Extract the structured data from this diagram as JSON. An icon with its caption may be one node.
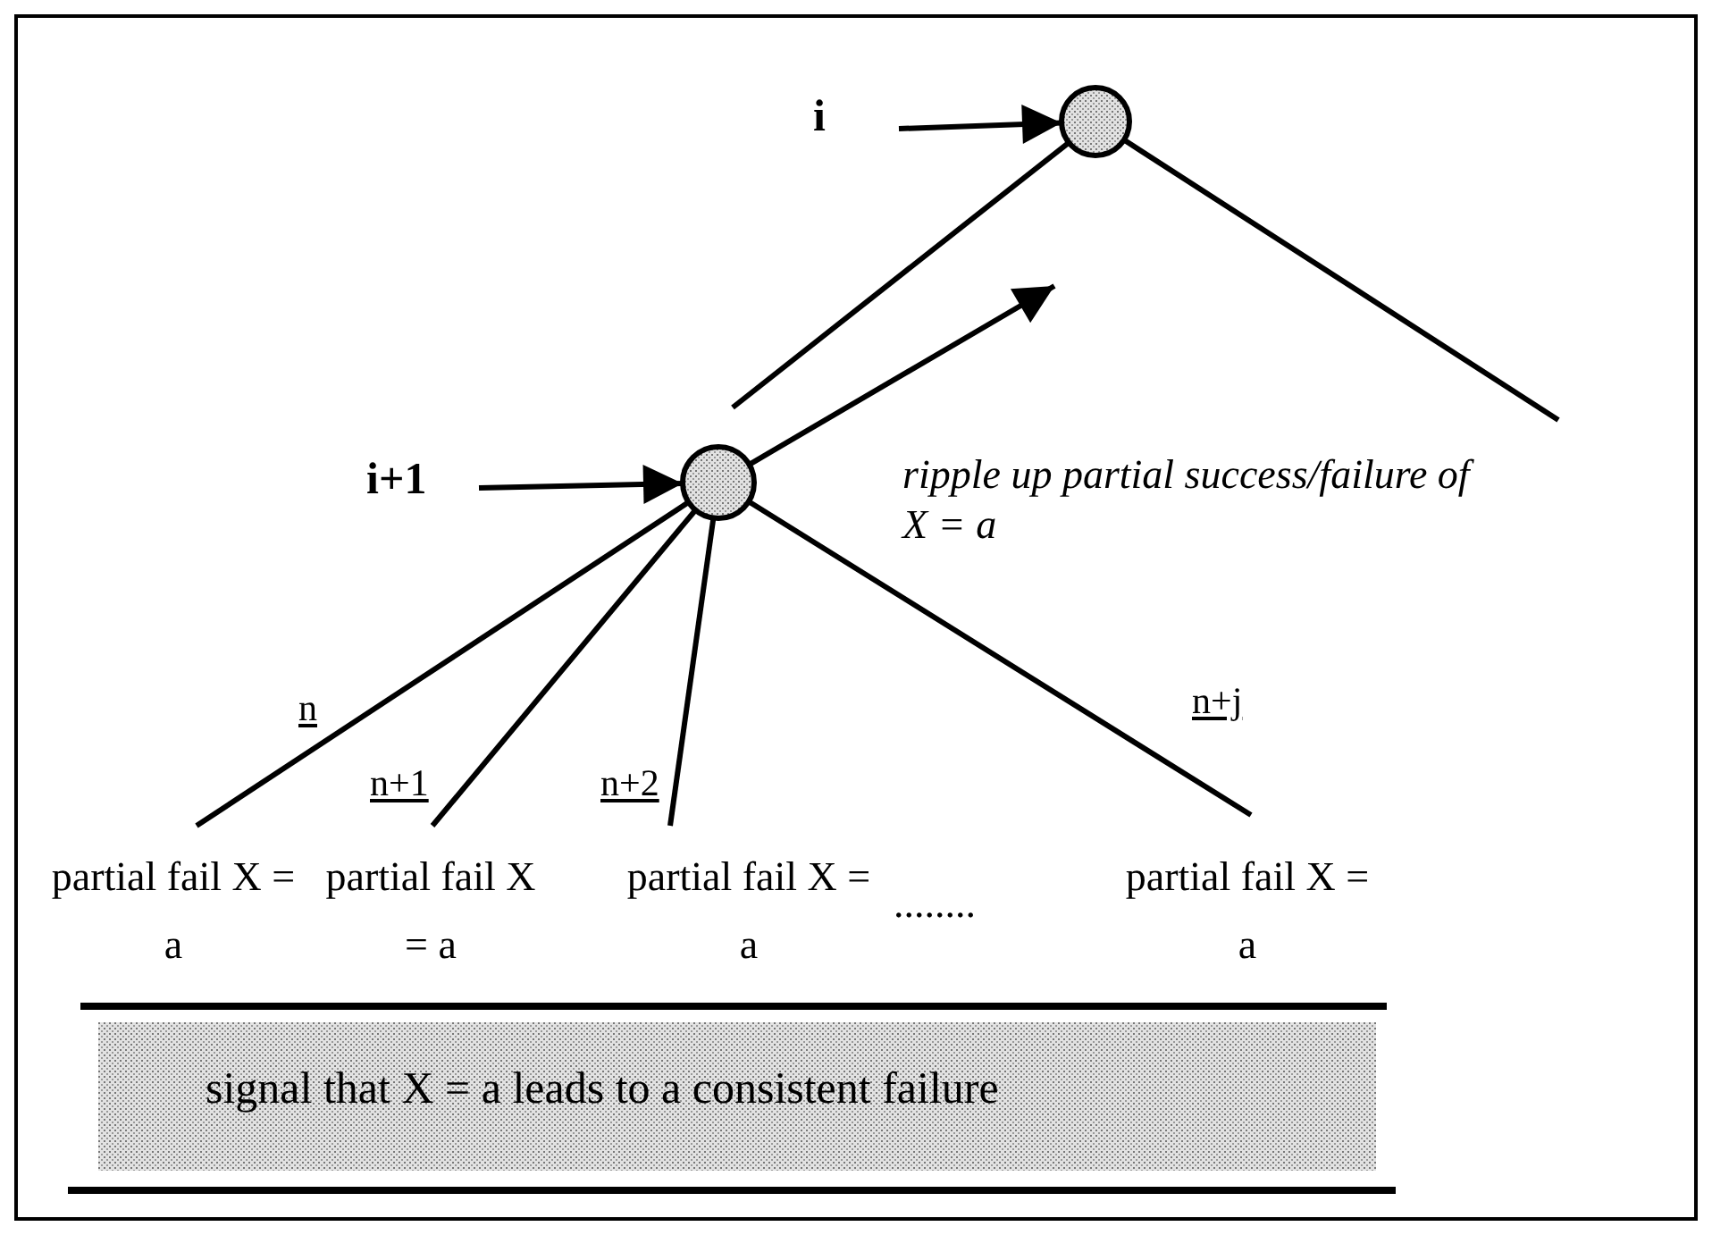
{
  "diagram": {
    "nodes": [
      {
        "text": [],
        "shape": "circle"
      },
      {
        "text": [],
        "shape": "circle"
      },
      {
        "text": [
          "i"
        ]
      },
      {
        "text": [
          "i+1"
        ]
      },
      {
        "text": [
          "partial fail X = a"
        ]
      },
      {
        "text": [
          "partial fail X = a"
        ]
      },
      {
        "text": [
          "partial fail X = a"
        ]
      },
      {
        "text": [
          "partial fail X = a"
        ]
      },
      {
        "text": [
          "signal that X = a leads to a consistent failure"
        ]
      }
    ],
    "edges": [
      {
        "from": 2,
        "to": 0,
        "arrow": "to"
      },
      {
        "from": 3,
        "to": 1,
        "arrow": "to"
      },
      {
        "from": 0,
        "to": null,
        "arrow": "none"
      },
      {
        "from": 0,
        "to": null,
        "arrow": "none"
      },
      {
        "from": 1,
        "to": null,
        "arrow": "to"
      },
      {
        "from": 1,
        "to": 4,
        "arrow": "none",
        "label": "n"
      },
      {
        "from": 1,
        "to": 5,
        "arrow": "none",
        "label": "n+1"
      },
      {
        "from": 1,
        "to": 6,
        "arrow": "none",
        "label": "n+2"
      },
      {
        "from": 1,
        "to": 7,
        "arrow": "none",
        "label": "n+j"
      }
    ],
    "labels": [
      "ripple up partial success/failure of X = a",
      "........"
    ]
  }
}
